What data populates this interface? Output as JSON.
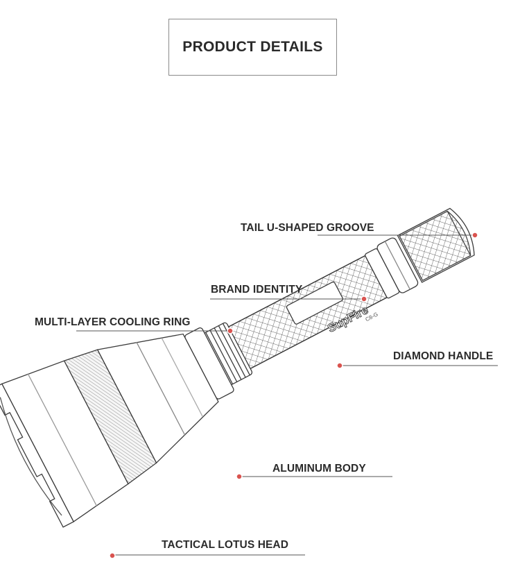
{
  "title": "PRODUCT DETAILS",
  "brand": {
    "name": "SupFire",
    "model": "C8-G"
  },
  "callouts": [
    {
      "id": "tail",
      "label": "TAIL U-SHAPED GROOVE"
    },
    {
      "id": "brand",
      "label": "BRAND IDENTITY"
    },
    {
      "id": "cooling",
      "label": "MULTI-LAYER COOLING RING"
    },
    {
      "id": "handle",
      "label": "DIAMOND HANDLE"
    },
    {
      "id": "body",
      "label": "ALUMINUM BODY"
    },
    {
      "id": "head",
      "label": "TACTICAL LOTUS HEAD"
    }
  ],
  "colors": {
    "marker": "#d9534f",
    "line": "#555555",
    "sketch": "#3a3a3a"
  }
}
